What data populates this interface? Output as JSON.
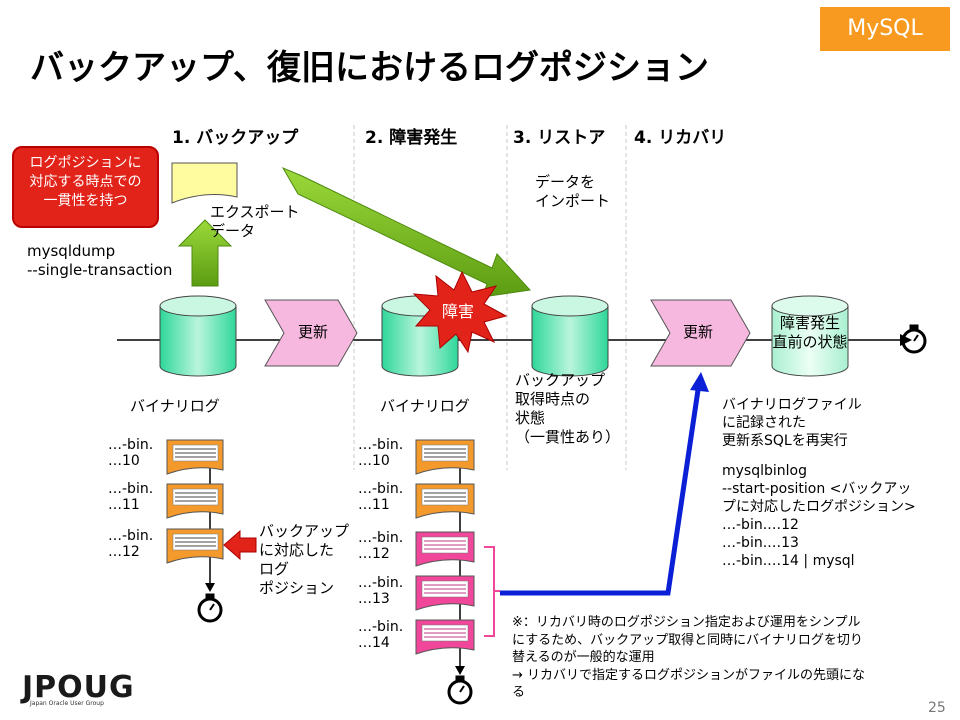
{
  "badge": "MySQL",
  "title": "バックアップ、復旧におけるログポジション",
  "steps": {
    "s1": "1. バックアップ",
    "s2": "2. 障害発生",
    "s3": "3. リストア",
    "s4": "4. リカバリ"
  },
  "callout": [
    "ログポジションに",
    "対応する時点での",
    "一貫性を持つ"
  ],
  "export_label": [
    "エクスポート",
    "データ"
  ],
  "mysqldump": [
    "mysqldump",
    "--single-transaction"
  ],
  "import_label": [
    "データを",
    "インポート"
  ],
  "update_label_1": "更新",
  "update_label_2": "更新",
  "fault_label": "障害",
  "pre_fault": [
    "障害発生",
    "直前の状態"
  ],
  "backup_state": [
    "バックアップ",
    "取得時点の",
    "状態",
    "（一貫性あり）"
  ],
  "binlog_label_1": "バイナリログ",
  "binlog_label_2": "バイナリログ",
  "files_left": [
    [
      "…-bin.",
      "…10"
    ],
    [
      "…-bin.",
      "…11"
    ],
    [
      "…-bin.",
      "…12"
    ]
  ],
  "files_right": [
    [
      "…-bin.",
      "…10"
    ],
    [
      "…-bin.",
      "…11"
    ],
    [
      "…-bin.",
      "…12"
    ],
    [
      "…-bin.",
      "…13"
    ],
    [
      "…-bin.",
      "…14"
    ]
  ],
  "backup_pos": [
    "バックアップ",
    "に対応した",
    "ログ",
    "ポジション"
  ],
  "recovery_desc": [
    "バイナリログファイル",
    "に記録された",
    "更新系SQLを再実行"
  ],
  "mysqlbinlog": [
    "mysqlbinlog",
    "--start-position <バックアッ",
    "プに対応したログポジション>",
    "…-bin.…12",
    "…-bin.…13",
    "…-bin.…14 | mysql"
  ],
  "note": [
    "※：リカバリ時のログポジション指定および運用をシンプル",
    "にするため、バックアップ取得と同時にバイナリログを切り",
    "替えるのが一般的な運用",
    "→ リカバリで指定するログポジションがファイルの先頭にな",
    "る"
  ],
  "logo": "JPOUG",
  "logo_sub": "Japan Oracle User Group",
  "page_number": "25",
  "colors": {
    "accent_orange": "#f79a1f",
    "cylinder_green": "#33dd99",
    "arrow_green": "#77bb22",
    "pink_chevron": "#f7b8e0",
    "alert_red": "#e2231a",
    "recovery_blue": "#0a1fd6",
    "file_orange": "#f49a2c",
    "file_pink": "#f0479a"
  }
}
